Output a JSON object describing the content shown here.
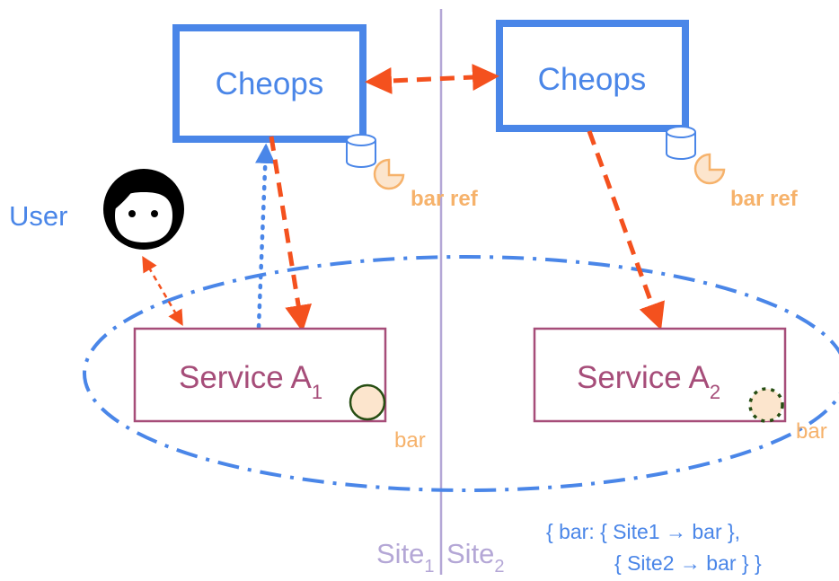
{
  "cheops_left": {
    "label": "Cheops"
  },
  "cheops_right": {
    "label": "Cheops"
  },
  "user_label": "User",
  "bar_ref_left": "bar ref",
  "bar_ref_right": "bar ref",
  "service_a1": {
    "name": "Service A",
    "sub": "1"
  },
  "service_a2": {
    "name": "Service A",
    "sub": "2"
  },
  "bar_left": "bar",
  "bar_right": "bar",
  "site1": {
    "name": "Site",
    "sub": "1"
  },
  "site2": {
    "name": "Site",
    "sub": "2"
  },
  "mapping": {
    "line1": "{ bar:   { Site1 → bar },",
    "line2": "{ Site2 → bar } }"
  },
  "colors": {
    "blue": "#4a86e8",
    "orange": "#f4511e",
    "purple": "#a64d79",
    "gold": "#f6b26b",
    "lavender": "#b4a7d6",
    "bar_fill": "#fce5cd"
  }
}
